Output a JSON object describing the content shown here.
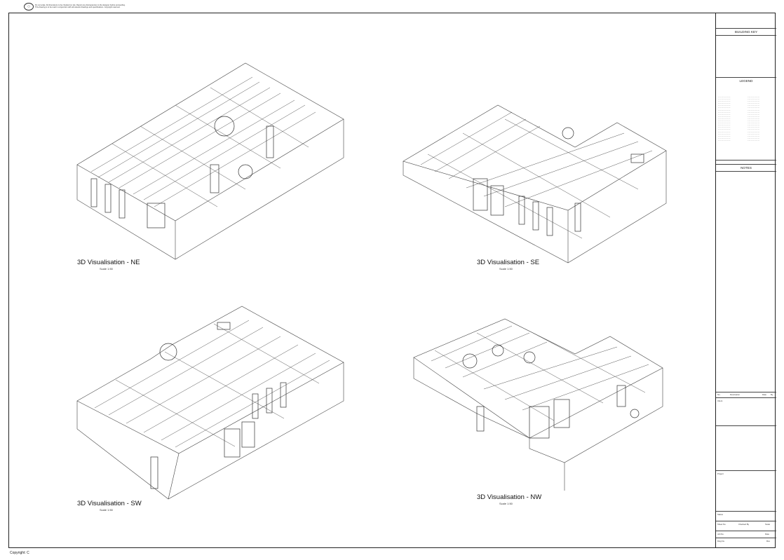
{
  "sheet": {
    "copyright": "Copyright: C",
    "disclaimer": "Do not scale. All dimensions to be checked on site. Report any discrepancies to the designer before proceeding. This drawing is to be read in conjunction with all relevant drawings and specifications. Copyright reserved."
  },
  "views": [
    {
      "title": "3D Visualisation - NE",
      "scale": "Scale 1:50"
    },
    {
      "title": "3D Visualisation - SE",
      "scale": "Scale 1:50"
    },
    {
      "title": "3D Visualisation - SW",
      "scale": "Scale 1:50"
    },
    {
      "title": "3D Visualisation - NW",
      "scale": "Scale 1:50"
    }
  ],
  "title_block": {
    "building_key": "BUILDING KEY",
    "legend": "LEGEND",
    "notes": "NOTES",
    "client": "Client",
    "project": "Project",
    "status": "Status",
    "sheet_no": "Sheet No.",
    "checked_by": "Checked By",
    "scale": "Scale",
    "job_no": "Job No.",
    "date": "Date",
    "dwg_no": "Dwg No.",
    "rev": "Rev",
    "rev_header": [
      "No.",
      "Description",
      "Date",
      "By"
    ]
  }
}
